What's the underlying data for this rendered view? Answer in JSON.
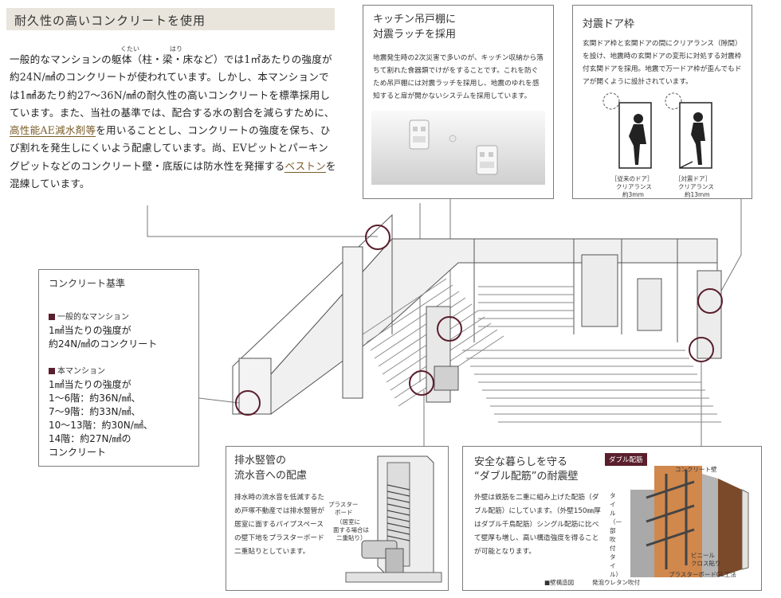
{
  "header": {
    "title": "耐久性の高いコンクリートを使用"
  },
  "intro": {
    "ruby1": "くたい",
    "ruby2": "はり",
    "p1": "一般的なマンションの躯体（柱・梁・床など）では1㎡あたりの強度が約24N/㎟のコンクリートが使われています。しかし、本マンションでは1㎟あたり約27〜36N/㎟の耐久性の高いコンクリートを標準採用しています。また、当社の基準では、配合する水の割合を減らすために、",
    "link1": "高性能AE減水剤等",
    "p2": "を用いることとし、コンクリートの強度を保ち、ひび割れを発生しにくいよう配慮しています。尚、EVピットとパーキングピットなどのコンクリート壁・底版には防水性を発揮する",
    "link2": "ベストン",
    "p3": "を混練しています。"
  },
  "kitchen": {
    "title_line1": "キッチン吊戸棚に",
    "title_line2": "対震ラッチを採用",
    "text": "地震発生時の2次災害で多いのが、キッチン収納から落ちて割れた食器類でけがをすることです。これを防ぐため吊戸棚には対震ラッチを採用し、地震のゆれを感知すると扉が開かないシステムを採用しています。"
  },
  "door": {
    "title": "対震ドア枠",
    "text": "玄関ドア枠と玄関ドアの間にクリアランス（隙間）を設け、地震時の玄関ドアの変形に対処する対震枠付玄関ドアを採用。地震で万一ドア枠が歪んでもドアが開くように設計されています。",
    "left_caption_1": "［従来のドア］",
    "left_caption_2": "クリアランス",
    "left_caption_3": "約3mm",
    "right_caption_1": "［対震ドア］",
    "right_caption_2": "クリアランス",
    "right_caption_3": "約13mm"
  },
  "concrete": {
    "title": "コンクリート基準",
    "label_general": "一般的なマンション",
    "general_line1": "1㎟当たりの強度が",
    "general_line2": "約24N/㎟のコンクリート",
    "label_this": "本マンション",
    "this_line1": "1㎟当たりの強度が",
    "this_line2": "1〜6階：約36N/㎟、",
    "this_line3": "7〜9階：約33N/㎟、",
    "this_line4": "10〜13階：約30N/㎟、",
    "this_line5": "14階：約27N/㎟の",
    "this_line6": "コンクリート"
  },
  "drain": {
    "title_line1": "排水竪管の",
    "title_line2": "流水音への配慮",
    "text": "排水時の流水音を低減するため戸塚不動産では排水竪管が居室に面するパイプスペースの壁下地をプラスターボード二重貼りとしています。",
    "label1": "プラスター",
    "label2": "ボード",
    "label3": "（居室に",
    "label4": "面する場合は",
    "label5": "二重貼り）"
  },
  "wall": {
    "title_line1": "安全な暮らしを守る",
    "title_line2": "“ダブル配筋”の耐震壁",
    "tag": "ダブル配筋",
    "text": "外壁は鉄筋を二重に組み上げた配筋（ダブル配筋）にしています。（外壁150㎜厚はダブル千鳥配筋）シングル配筋に比べて壁厚も増し、高い構造強度を得ることが可能となります。",
    "label_concrete": "コンクリート壁",
    "label_tile": "タイル（一部吹付タイル）",
    "label_vinyl1": "ビニール",
    "label_vinyl2": "クロス貼り",
    "label_urethane": "発泡ウレタン吹付",
    "label_board": "プラスターボードGL工法",
    "caption": "■壁構造図"
  }
}
